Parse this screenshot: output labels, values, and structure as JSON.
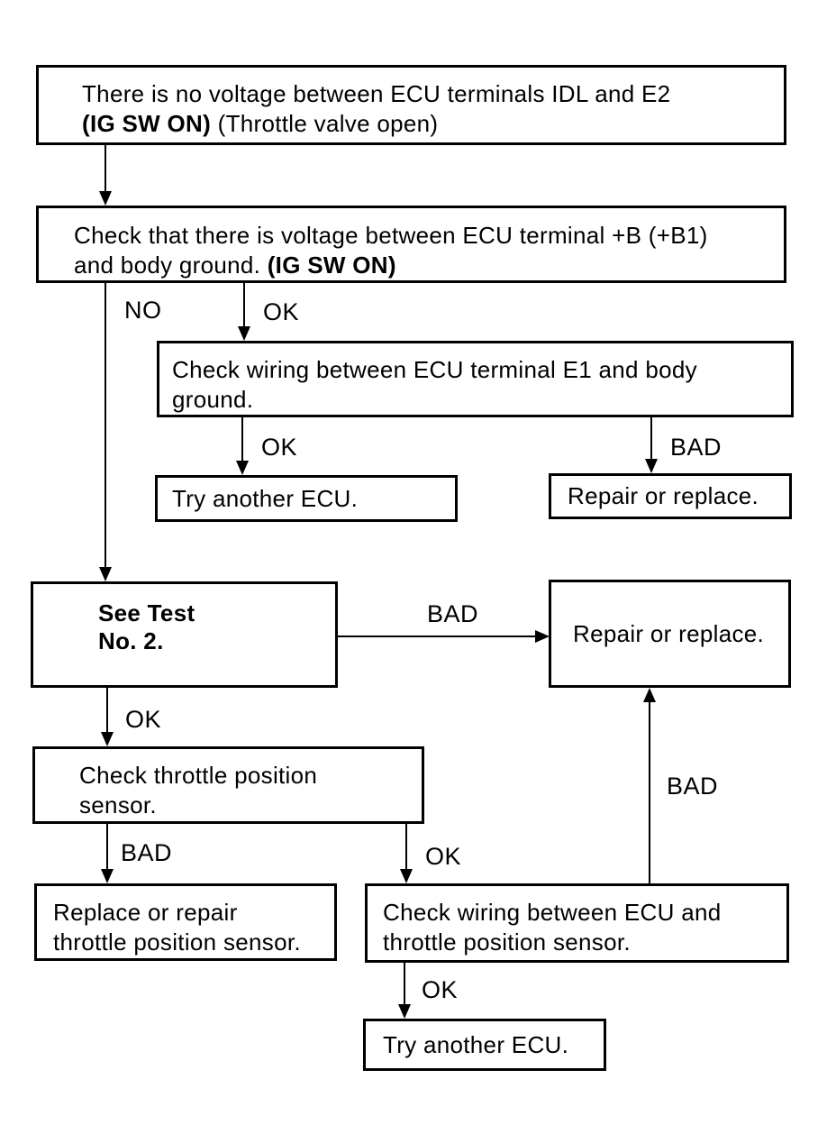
{
  "page": {
    "background_color": "#ffffff",
    "ink_color": "#000000"
  },
  "boxes": {
    "no_voltage": {
      "line1": "There is no voltage between ECU terminals IDL and E2",
      "line2_bold": "(IG SW ON)",
      "line2_rest": " (Throttle valve open)"
    },
    "check_plus_b": {
      "line1": "Check that there is voltage between ECU terminal +B (+B1)",
      "line2_rest": "and body ground. ",
      "line2_bold": "(IG SW ON)"
    },
    "check_e1_wiring": {
      "line1": "Check wiring between ECU terminal E1 and body",
      "line2": "ground."
    },
    "try_ecu_1": {
      "text": "Try another ECU."
    },
    "repair_1": {
      "text": "Repair or replace."
    },
    "see_test": {
      "line1": "See Test",
      "line2": "No. 2."
    },
    "repair_2": {
      "text": "Repair or replace."
    },
    "check_tps": {
      "line1": "Check throttle position",
      "line2": "sensor."
    },
    "replace_tps": {
      "line1": "Replace or repair",
      "line2": "throttle position sensor."
    },
    "check_tps_wiring": {
      "line1": "Check wiring between ECU and",
      "line2": "throttle position sensor."
    },
    "try_ecu_2": {
      "text": "Try another ECU."
    }
  },
  "labels": {
    "no_1": "NO",
    "ok_1": "OK",
    "ok_2": "OK",
    "bad_1": "BAD",
    "bad_2": "BAD",
    "ok_3": "OK",
    "bad_3": "BAD",
    "ok_4": "OK",
    "bad_4": "BAD",
    "ok_5": "OK"
  }
}
